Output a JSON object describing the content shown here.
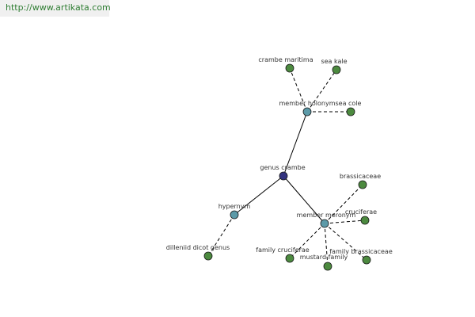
{
  "header": {
    "url": "http://www.artikata.com"
  },
  "colors": {
    "root_node": "#33337f",
    "relation_node": "#5c9aa8",
    "leaf_node": "#4c8a3f",
    "edge": "#000000",
    "label": "#333333",
    "url_text": "#2e7d32"
  },
  "graph": {
    "nodes": {
      "genus_crambe": "genus crambe",
      "member_holonym": "member holonym",
      "hypernym": "hypernym",
      "member_meronym": "member meronym",
      "crambe_maritima": "crambe maritima",
      "sea_kale": "sea kale",
      "sea_cole": "sea cole",
      "dilleniid_dicot_genus": "dilleniid dicot genus",
      "brassicaceae": "brassicaceae",
      "cruciferae": "cruciferae",
      "family_cruciferae": "family cruciferae",
      "mustard_family": "mustard family",
      "family_brassicaceae": "family brassicaceae"
    }
  }
}
